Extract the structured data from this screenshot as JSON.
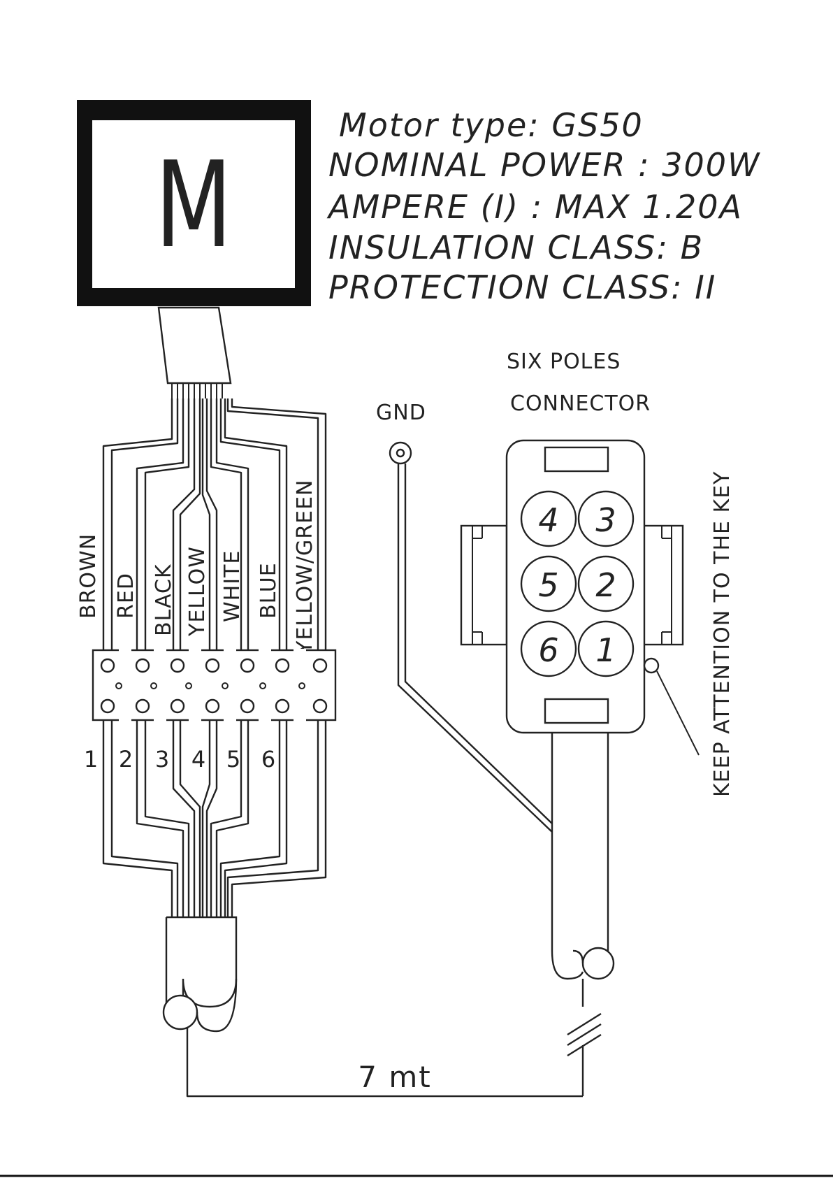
{
  "motor": {
    "symbol": "M",
    "specs": [
      "Motor type: GS50",
      "NOMINAL POWER : 300W",
      "AMPERE (I) : MAX 1.20A",
      "INSULATION CLASS: B",
      "PROTECTION CLASS: II"
    ]
  },
  "wires": [
    "BROWN",
    "RED",
    "BLACK",
    "YELLOW",
    "WHITE",
    "BLUE",
    "YELLOW/GREEN"
  ],
  "terminals": [
    "1",
    "2",
    "3",
    "4",
    "5",
    "6"
  ],
  "connector": {
    "title_line1": "SIX POLES",
    "title_line2": "CONNECTOR",
    "gnd_label": "GND",
    "pins": [
      "1",
      "2",
      "3",
      "4",
      "5",
      "6"
    ],
    "key_note": "KEEP ATTENTION TO THE KEY"
  },
  "cable_length": "7 mt"
}
